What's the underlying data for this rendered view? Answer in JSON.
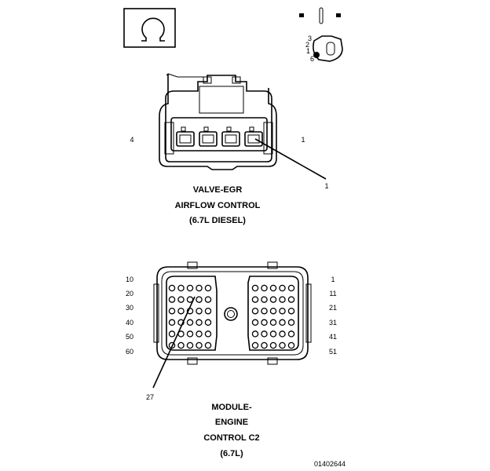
{
  "connector_top": {
    "left_pin": "4",
    "right_pin": "1",
    "callout": "1",
    "title_lines": [
      "VALVE-EGR",
      "AIRFLOW CONTROL",
      "(6.7L DIESEL)"
    ]
  },
  "connector_bottom": {
    "left_rows": [
      "10",
      "20",
      "30",
      "40",
      "50",
      "60"
    ],
    "right_rows": [
      "1",
      "11",
      "21",
      "31",
      "41",
      "51"
    ],
    "callout": "27",
    "title_lines": [
      "MODULE-",
      "ENGINE",
      "CONTROL C2",
      "(6.7L)"
    ]
  },
  "figure_id": "01402644"
}
